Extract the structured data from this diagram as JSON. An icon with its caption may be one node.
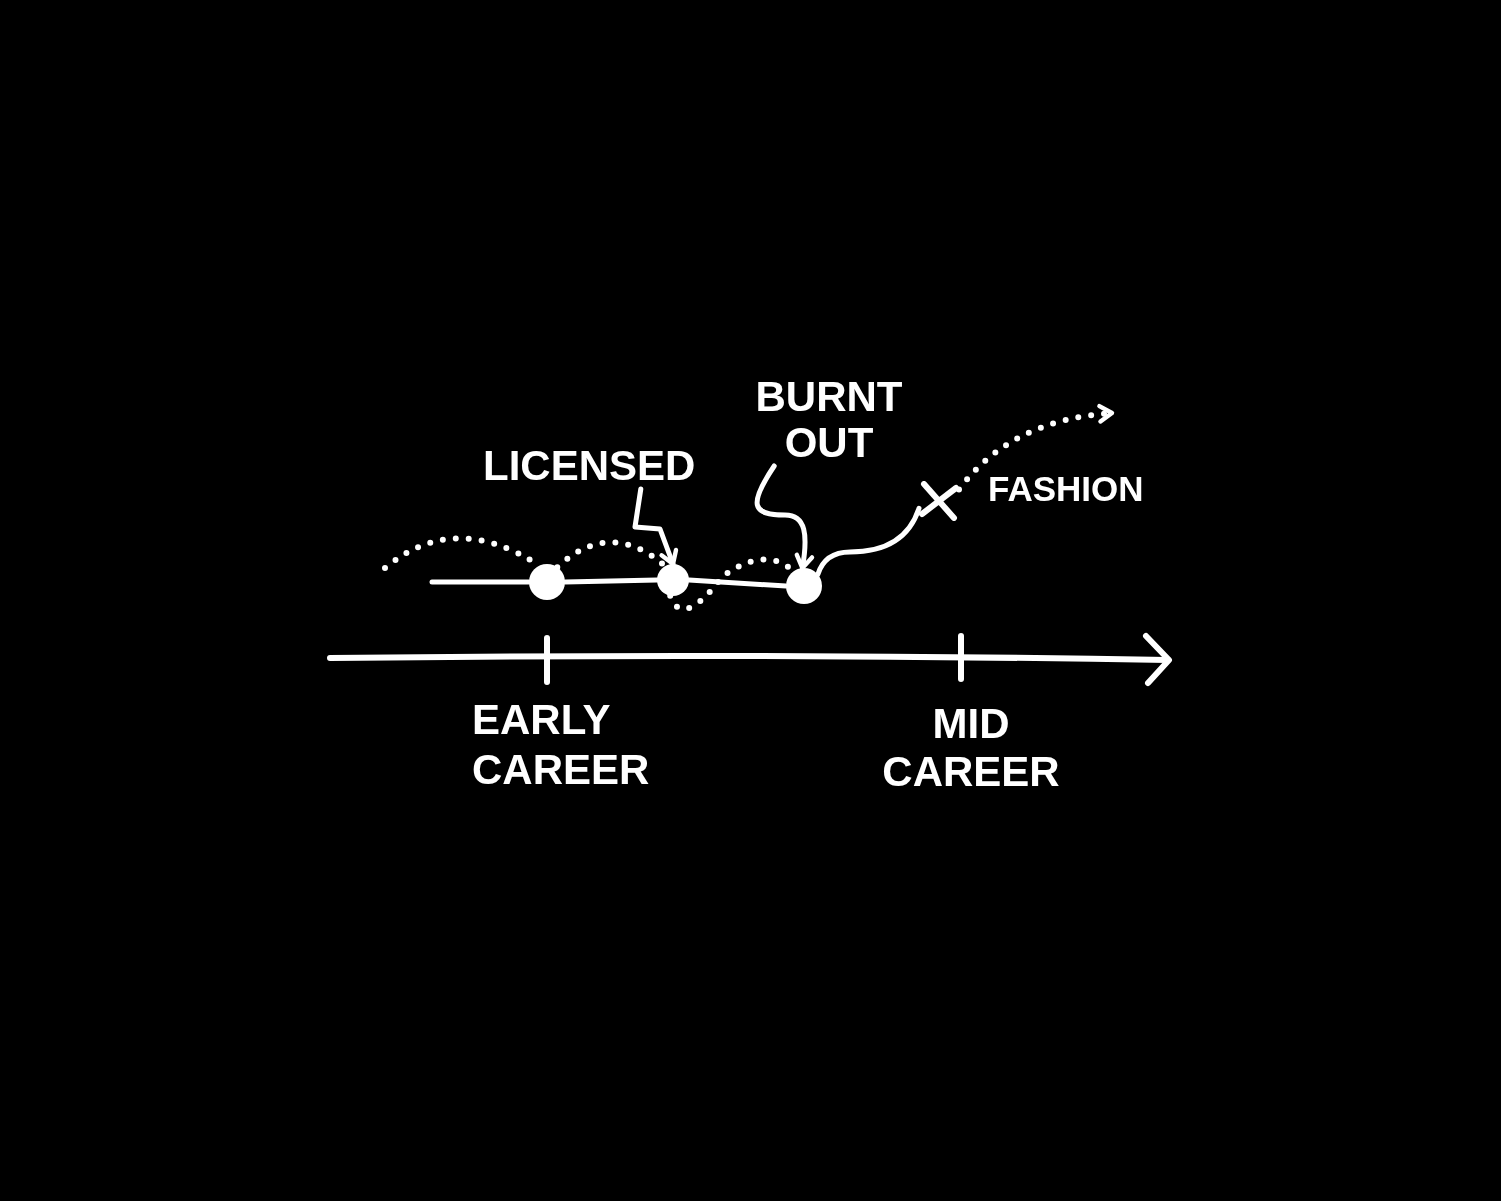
{
  "diagram": {
    "nodes": [
      {
        "text": [
          "LICENSED"
        ]
      },
      {
        "text": [
          "BURNT OUT"
        ]
      },
      {
        "text": [],
        "shape": "cross",
        "beside": [
          "FASHION"
        ]
      },
      {
        "text": [],
        "shape": "circle"
      },
      {
        "text": [],
        "shape": "circle"
      },
      {
        "text": [],
        "shape": "circle"
      }
    ],
    "edges": [
      {
        "from": null,
        "to": 3,
        "arrow": "none"
      },
      {
        "from": 3,
        "to": 4,
        "arrow": "none"
      },
      {
        "from": 4,
        "to": 5,
        "arrow": "none"
      },
      {
        "from": null,
        "to": 3,
        "arrow": "none",
        "style": "dashed"
      },
      {
        "from": 3,
        "to": 4,
        "arrow": "none",
        "style": "dashed"
      },
      {
        "from": 4,
        "to": 5,
        "arrow": "none",
        "style": "dashed"
      },
      {
        "from": 5,
        "to": 2,
        "arrow": "none"
      },
      {
        "from": 2,
        "to": null,
        "arrow": "to",
        "style": "dashed"
      },
      {
        "from": 0,
        "to": 4,
        "arrow": "to"
      },
      {
        "from": 1,
        "to": 5,
        "arrow": "to"
      }
    ],
    "labels": [
      "EARLY CAREER",
      "MID CAREER"
    ]
  }
}
